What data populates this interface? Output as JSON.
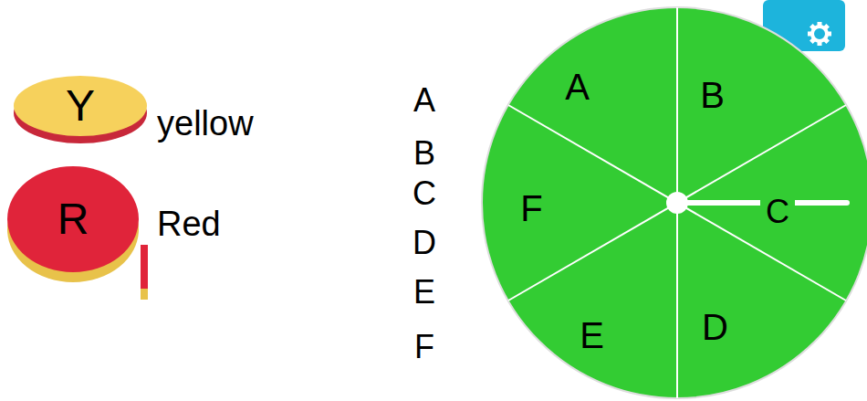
{
  "diagram": {
    "nodes": [
      {
        "text": [
          "Y"
        ]
      },
      {
        "text": [
          "R"
        ]
      },
      {
        "text": [
          "A"
        ]
      },
      {
        "text": [
          "B"
        ]
      },
      {
        "text": [
          "C"
        ]
      },
      {
        "text": [
          "D"
        ]
      },
      {
        "text": [
          "E"
        ]
      },
      {
        "text": [
          "F"
        ]
      }
    ],
    "labels": [
      "yellow",
      "Red",
      "A",
      "B",
      "C",
      "D",
      "E",
      "F"
    ]
  }
}
